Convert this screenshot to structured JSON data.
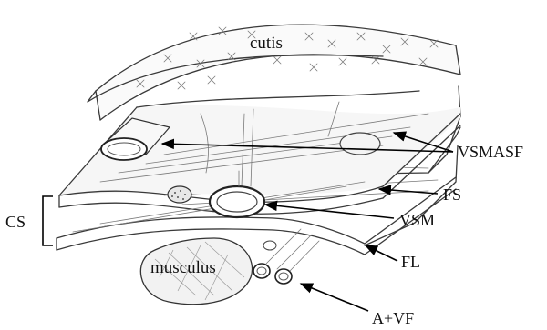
{
  "labels": {
    "cutis": "cutis",
    "vsmasf": "VSMASF",
    "fs": "FS",
    "vsm": "VSM",
    "cs": "CS",
    "fl": "FL",
    "musculus": "musculus",
    "avf": "A+VF"
  }
}
